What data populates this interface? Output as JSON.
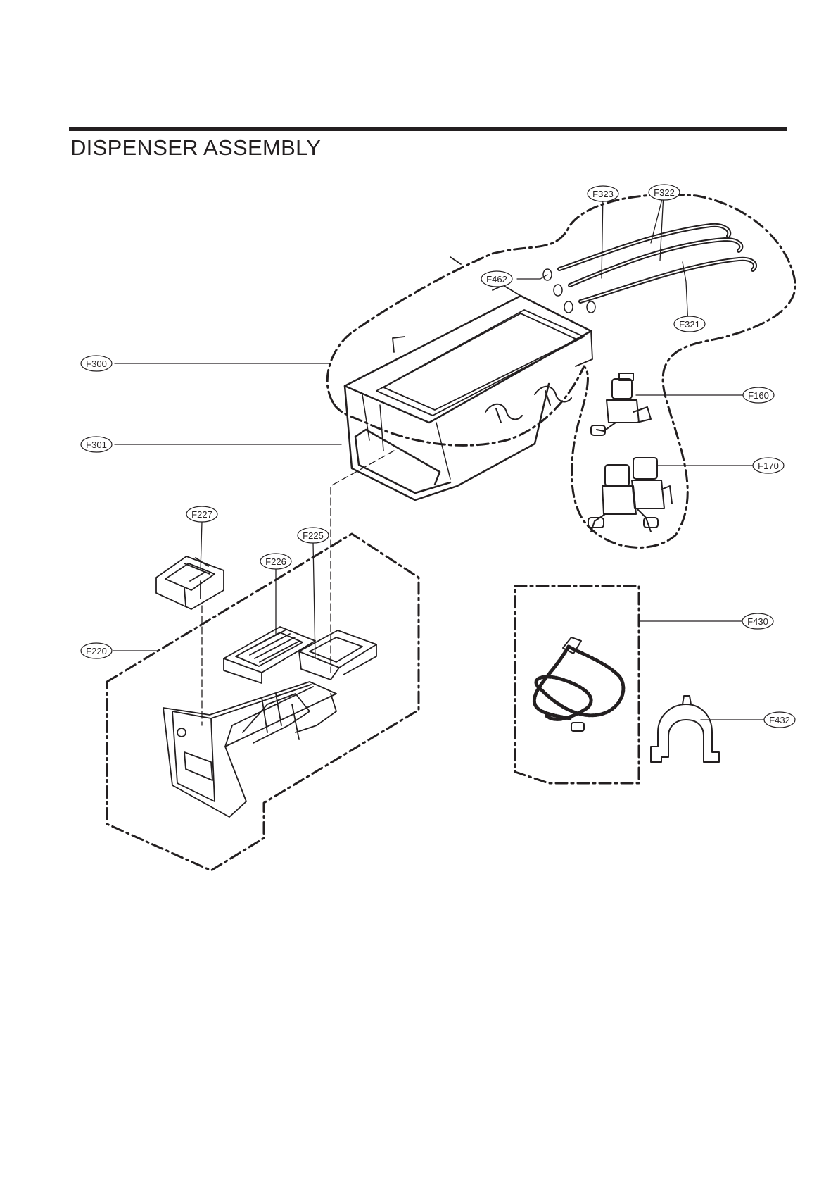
{
  "page": {
    "title": "DISPENSER ASSEMBLY"
  },
  "callouts": {
    "F323": "F323",
    "F322": "F322",
    "F462": "F462",
    "F321": "F321",
    "F300": "F300",
    "F160": "F160",
    "F301": "F301",
    "F170": "F170",
    "F227": "F227",
    "F225": "F225",
    "F226": "F226",
    "F220": "F220",
    "F430": "F430",
    "F432": "F432"
  },
  "colors": {
    "line": "#231f20",
    "background": "#ffffff"
  }
}
